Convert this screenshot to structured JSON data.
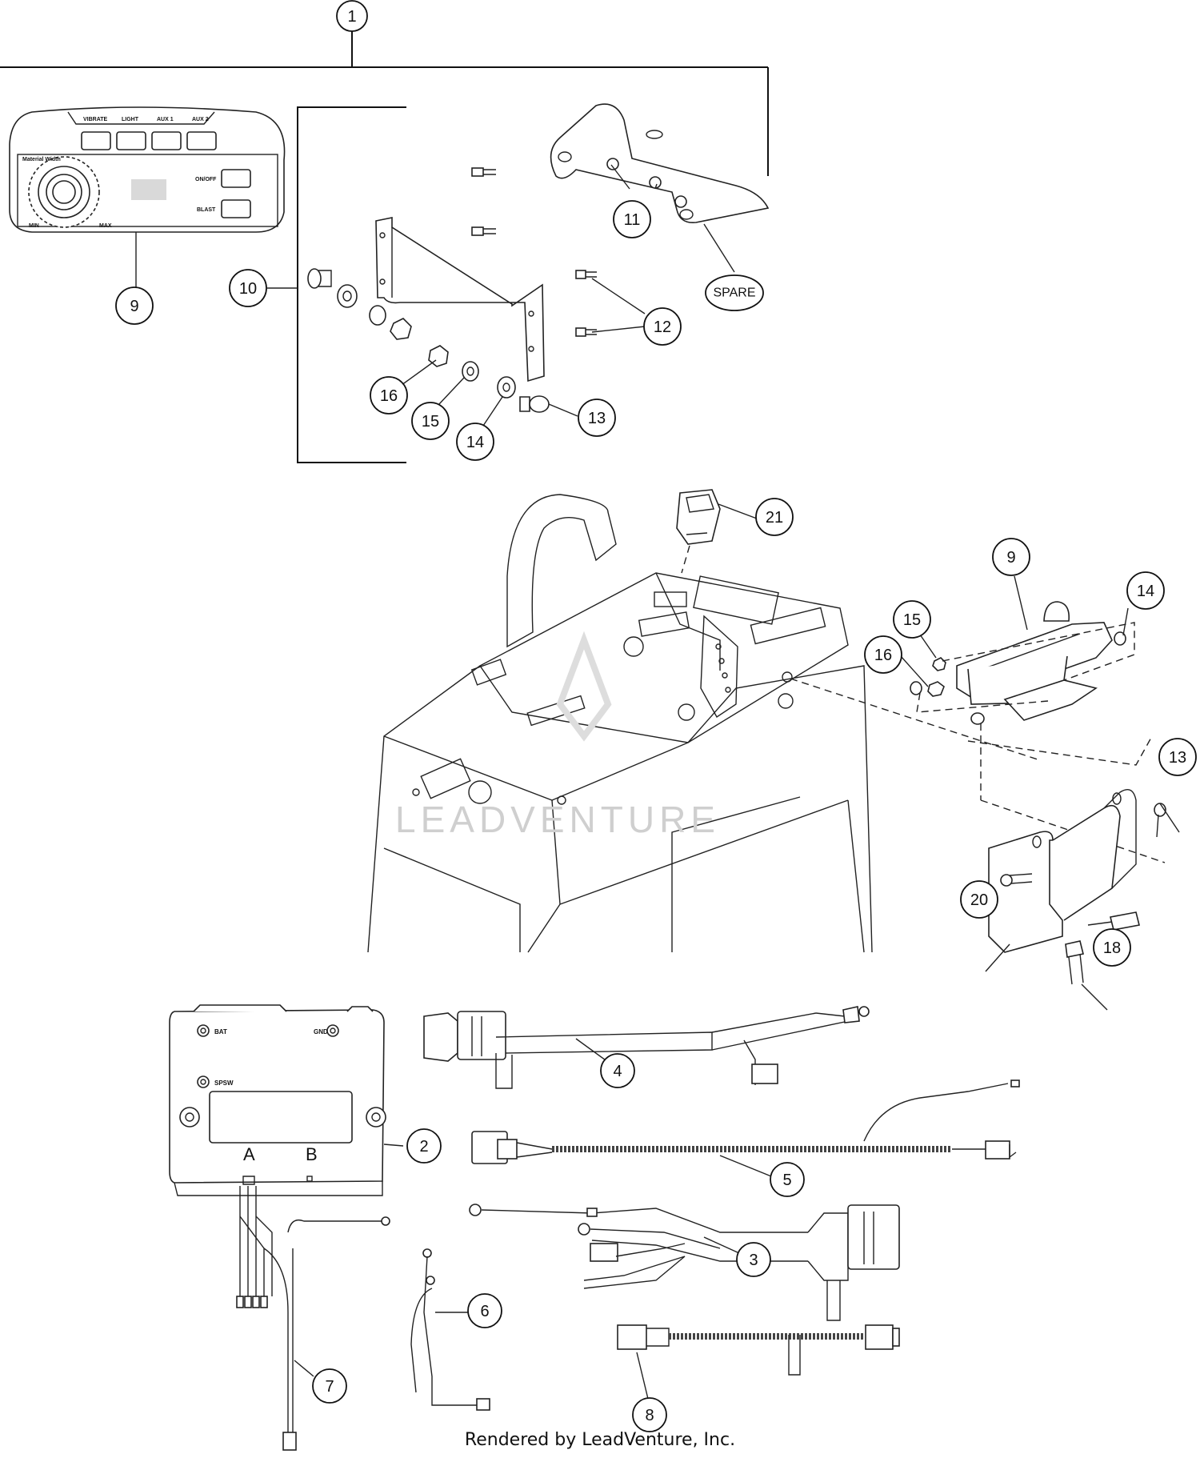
{
  "callouts": {
    "c1": "1",
    "c9a": "9",
    "c10": "10",
    "c11": "11",
    "c12": "12",
    "c13a": "13",
    "c14a": "14",
    "c15a": "15",
    "c16a": "16",
    "c21": "21",
    "c9b": "9",
    "c14b": "14",
    "c15b": "15",
    "c16b": "16",
    "c13b": "13",
    "c20": "20",
    "c18": "18",
    "c4": "4",
    "c2": "2",
    "c5": "5",
    "c3": "3",
    "c6": "6",
    "c7": "7",
    "c8": "8"
  },
  "spare_label": "SPARE",
  "control_panel": {
    "buttons": [
      "VIBRATE",
      "LIGHT",
      "AUX 1",
      "AUX 2"
    ],
    "dial_label": "Material Width",
    "onoff": "ON/OFF",
    "blast": "BLAST",
    "min": "MIN",
    "max": "MAX"
  },
  "controller": {
    "bat": "BAT",
    "gnd": "GND",
    "spsw": "SPSW",
    "port_a": "A",
    "port_b": "B"
  },
  "watermark": "LEADVENTURE",
  "footer": "Rendered by LeadVenture, Inc."
}
